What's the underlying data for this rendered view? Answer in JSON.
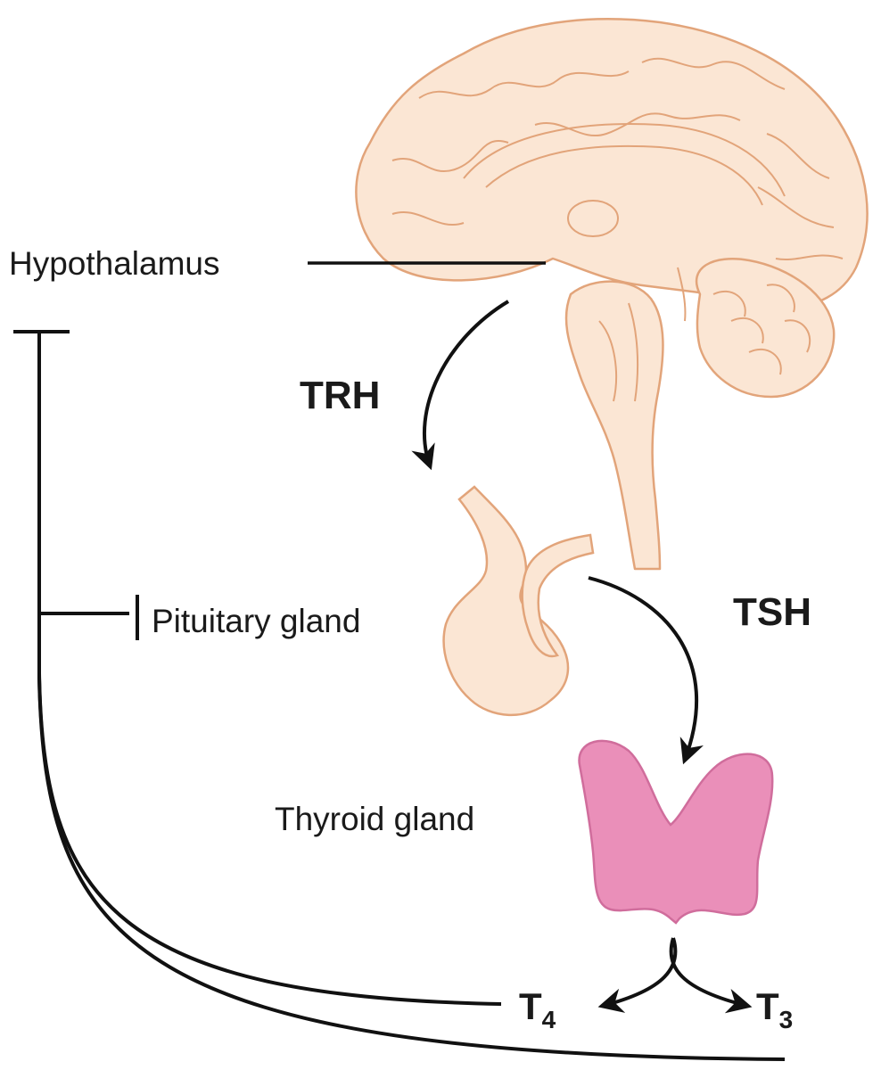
{
  "labels": {
    "hypothalamus": "Hypothalamus",
    "pituitary": "Pituitary gland",
    "thyroid": "Thyroid gland",
    "trh": "TRH",
    "tsh": "TSH",
    "t4_letter": "T",
    "t4_sub": "4",
    "t3_letter": "T",
    "t3_sub": "3"
  },
  "colors": {
    "brain_fill": "#fbe6d4",
    "brain_outline": "#e2a47a",
    "thyroid_fill": "#ea8fb9",
    "thyroid_outline": "#d06d9c",
    "line": "#111111"
  }
}
